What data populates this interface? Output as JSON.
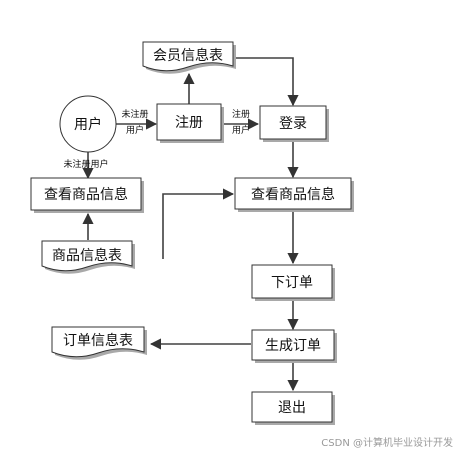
{
  "nodes": {
    "member_table": "会员信息表",
    "user": "用户",
    "register": "注册",
    "login": "登录",
    "view_goods_left": "查看商品信息",
    "view_goods_main": "查看商品信息",
    "goods_table": "商品信息表",
    "place_order": "下订单",
    "order_table": "订单信息表",
    "generate_order": "生成订单",
    "logout": "退出"
  },
  "edge_labels": {
    "unregistered_1a": "未注册",
    "unregistered_1b": "用户",
    "registered_a": "注册",
    "registered_b": "用户",
    "unregistered_2": "未注册用户"
  },
  "watermark": "CSDN @计算机毕业设计开发",
  "colors": {
    "stroke": "#404040",
    "shadow": "#a9a9a9"
  }
}
